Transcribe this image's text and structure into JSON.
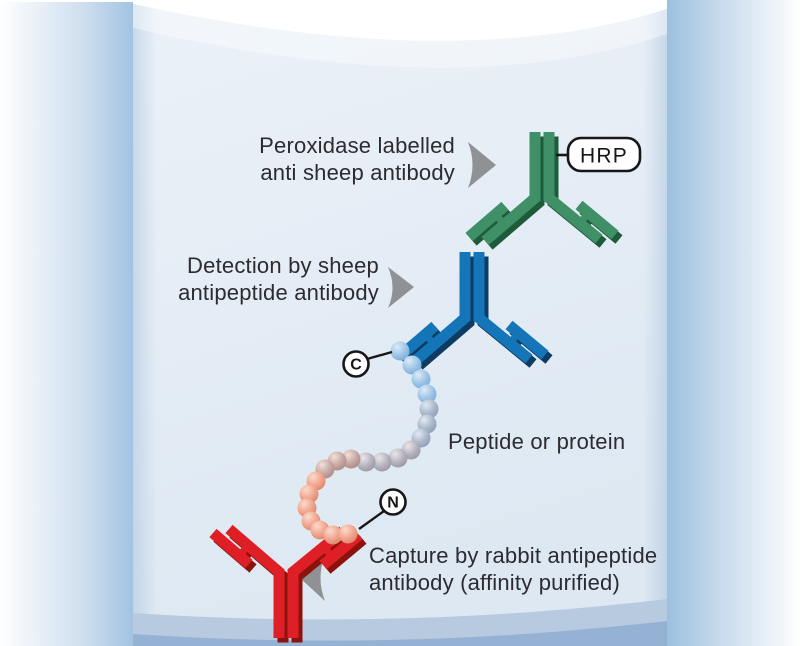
{
  "diagram": {
    "description": "Sandwich immunoassay diagram",
    "annotations": [
      {
        "line1": "Peroxidase labelled",
        "line2": "anti sheep antibody",
        "pointer": "right"
      },
      {
        "line1": "Detection by sheep",
        "line2": "antipeptide antibody",
        "pointer": "right"
      },
      {
        "line1": "Peptide or protein",
        "line2": "",
        "pointer": "none"
      },
      {
        "line1": "Capture by rabbit antipeptide",
        "line2": "antibody (affinity purified)",
        "pointer": "left"
      }
    ],
    "tags": {
      "hrp": "HRP",
      "c_terminus": "C",
      "n_terminus": "N"
    },
    "colors": {
      "antibody_green": "#3F9066",
      "antibody_green_dark": "#1E5B3A",
      "antibody_blue": "#1475B8",
      "antibody_blue_dark": "#0D3C63",
      "antibody_red": "#DF1F26",
      "antibody_red_dark": "#8C130D",
      "arrow_gray": "#8F9194",
      "bead_blue": "#9CC4E6",
      "bead_gray": "#B5B2BD",
      "bead_salmon": "#F0A38C",
      "panel_background": "#E4EDF5"
    }
  }
}
